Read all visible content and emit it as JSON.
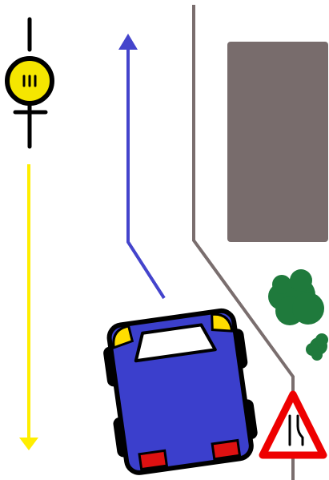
{
  "scene": {
    "background": "#ffffff"
  },
  "colors": {
    "vehicle_path": "#4444cc",
    "pedestrian_path": "#ffee00",
    "road_edge": "#7a6e6e",
    "building": "#786c6c",
    "tree": "#1f7a3c",
    "car_body": "#3b3fcc",
    "car_outline": "#000000",
    "car_headlight": "#ffdd00",
    "car_taillight": "#dd1111",
    "car_window": "#ffffff",
    "signal_light": "#f5e600",
    "sign_border": "#ee0000",
    "sign_fill": "#ffffff"
  },
  "elements": {
    "pedestrian_signal": {
      "icon": "traffic-light-icon",
      "indicator": "III"
    },
    "warning_sign": {
      "icon": "road-narrows-right-icon"
    },
    "car": {
      "icon": "car-top-view-icon"
    },
    "building": {
      "icon": "building-block"
    },
    "trees": {
      "icon": "tree-icon",
      "count": 2
    }
  }
}
